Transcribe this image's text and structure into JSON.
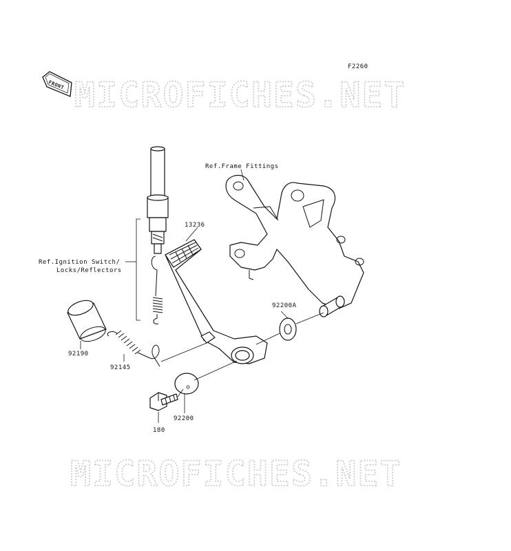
{
  "figure_code": "F2260",
  "front_badge": "FRONT",
  "watermark": "MICROFICHES.NET",
  "labels": {
    "ref_frame": "Ref.Frame Fittings",
    "part_13236": "13236",
    "ref_ignition_line1": "Ref.Ignition Switch/",
    "ref_ignition_line2": "Locks/Reflectors",
    "part_92200A": "92200A",
    "part_92190": "92190",
    "part_92145": "92145",
    "part_92200": "92200",
    "part_180": "180"
  }
}
